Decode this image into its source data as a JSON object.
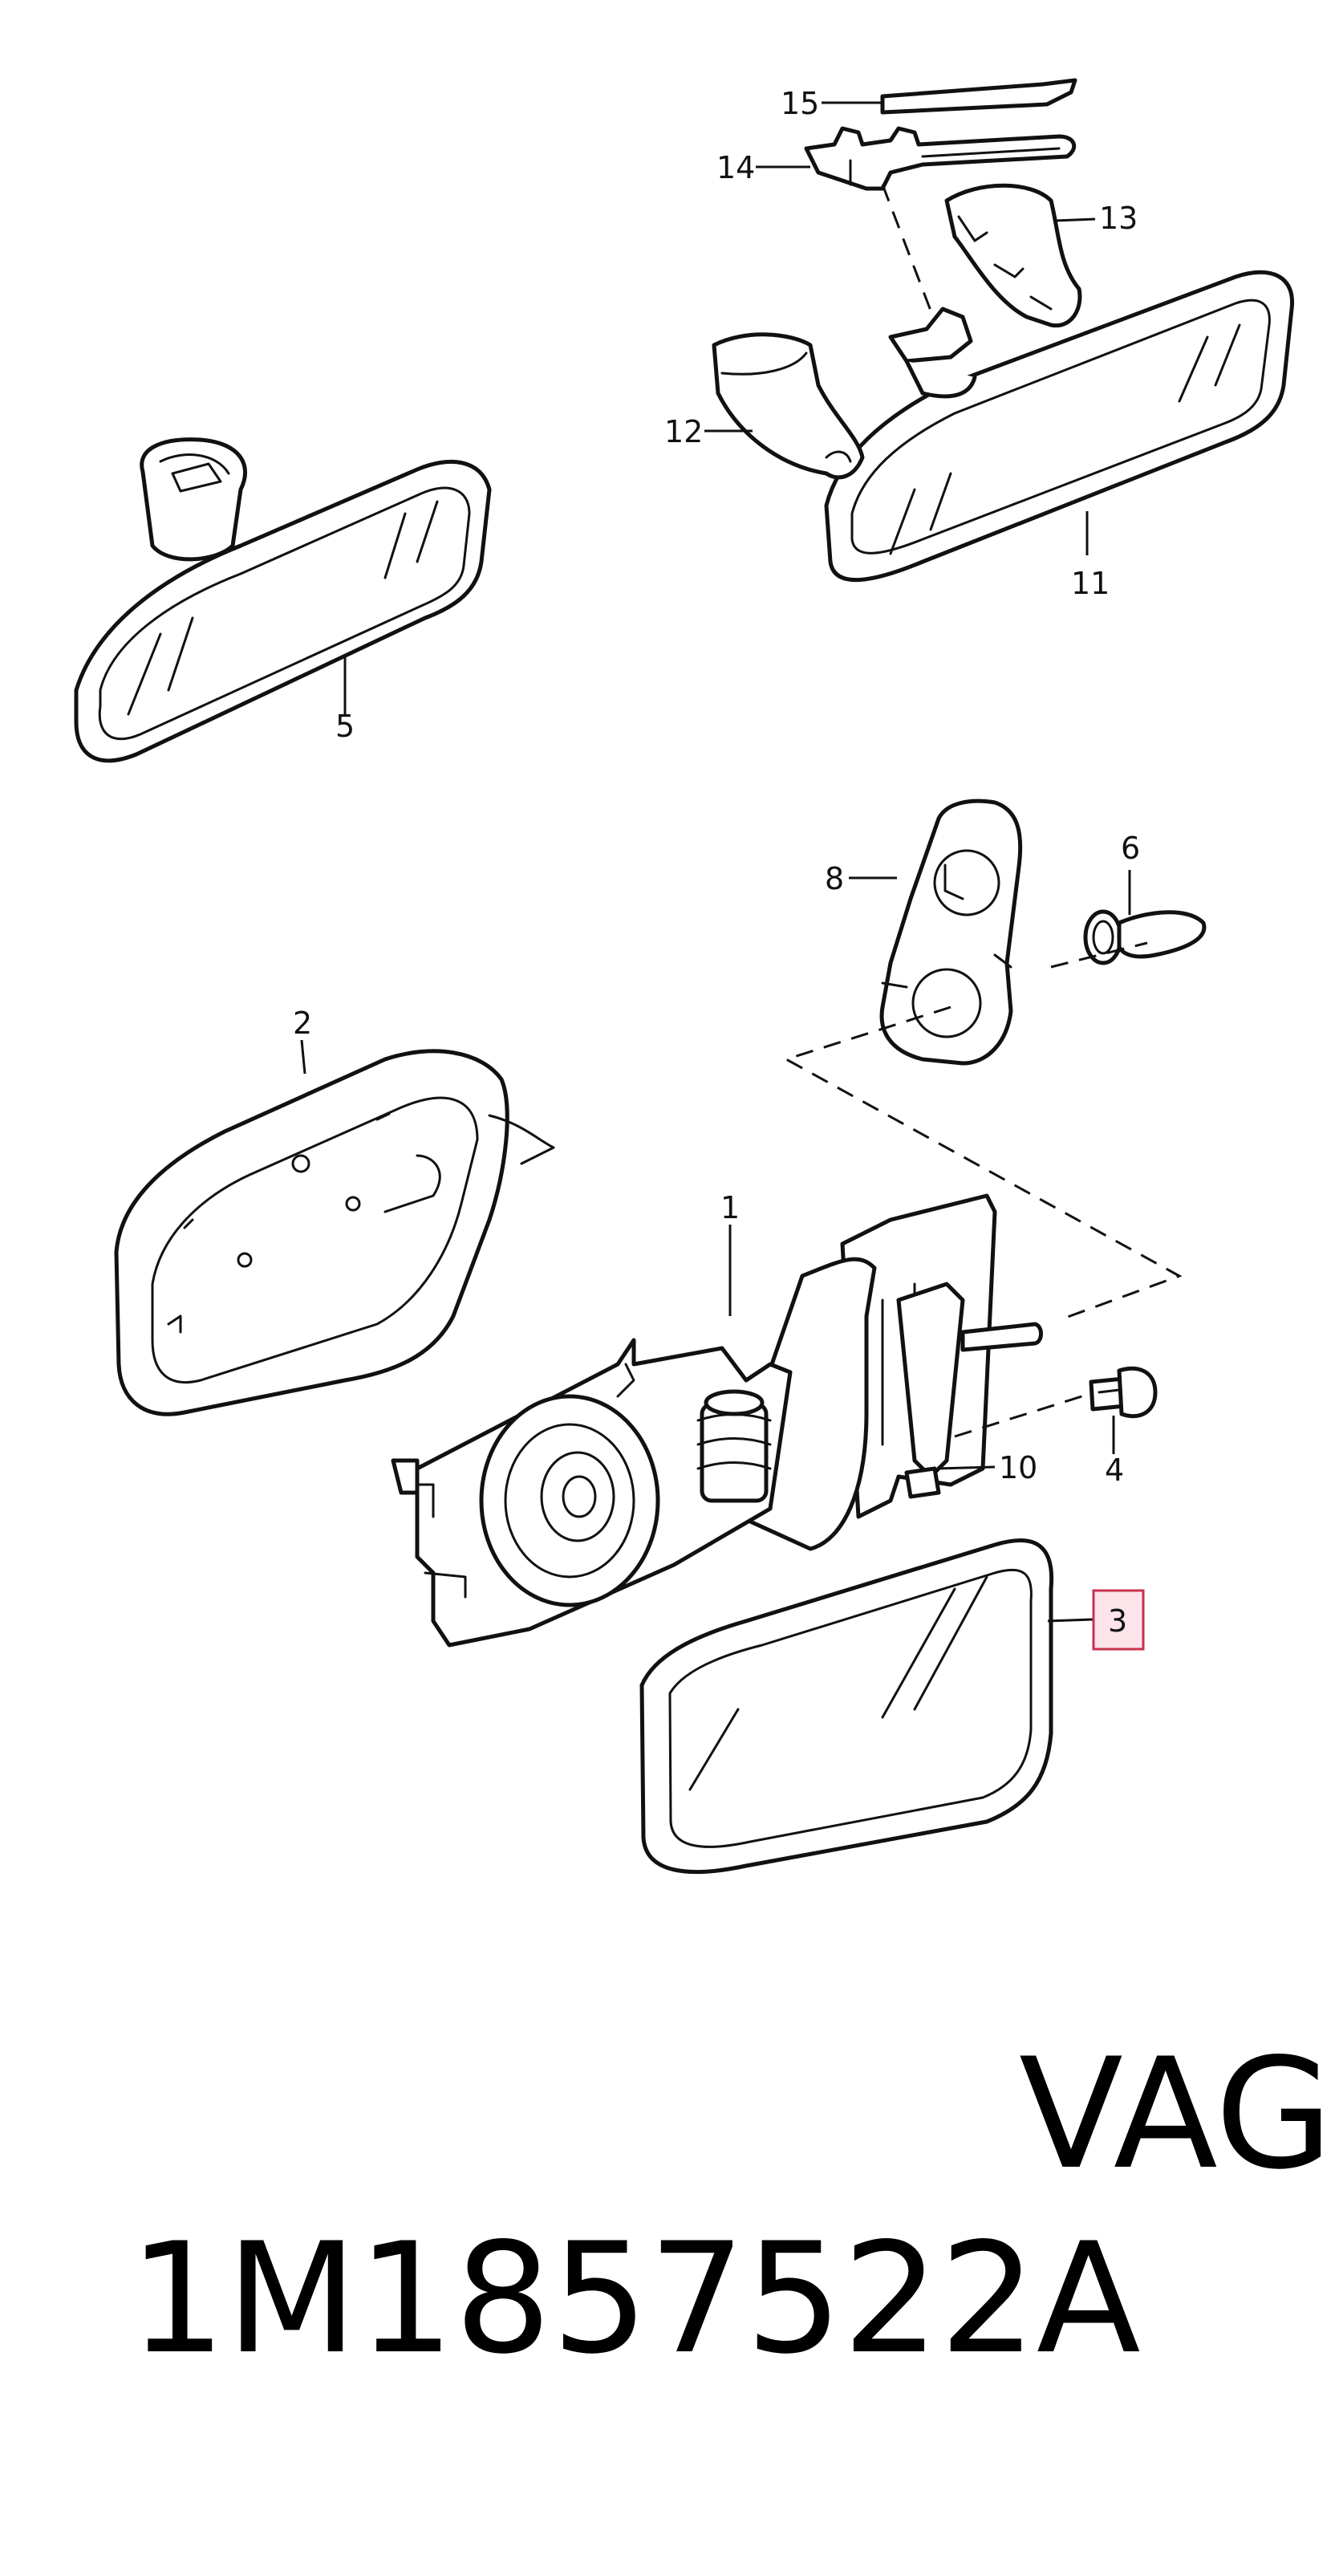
{
  "callouts": {
    "c1": "1",
    "c2": "2",
    "c3": "3",
    "c4": "4",
    "c5": "5",
    "c6": "6",
    "c8": "8",
    "c10": "10",
    "c11": "11",
    "c12": "12",
    "c13": "13",
    "c14": "14",
    "c15": "15"
  },
  "highlight": {
    "part": "3",
    "color": "#c8324e",
    "fill": "#fde3ea"
  },
  "footer": {
    "part_number": "1M1857522A",
    "brand": "VAG"
  }
}
